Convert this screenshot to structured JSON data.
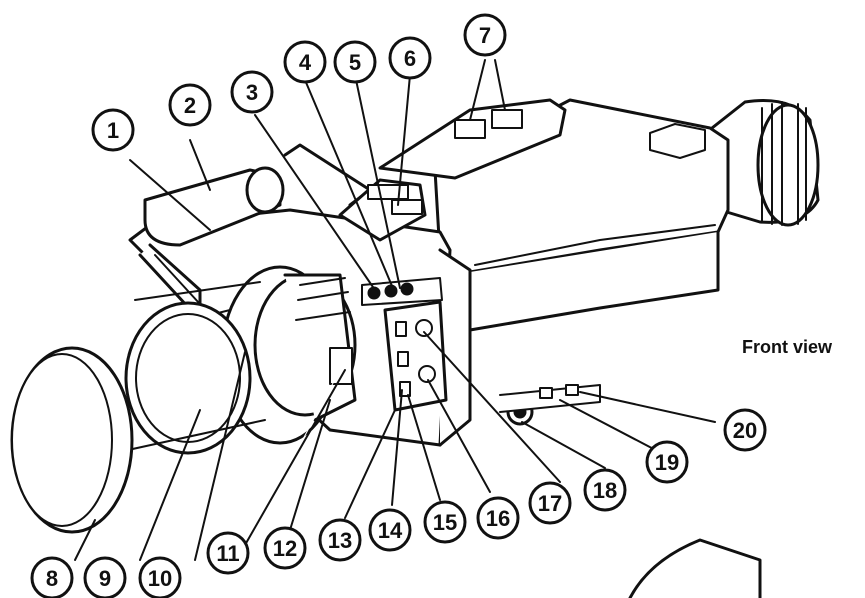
{
  "view_label": "Front view",
  "callouts": [
    "1",
    "2",
    "3",
    "4",
    "5",
    "6",
    "7",
    "8",
    "9",
    "10",
    "11",
    "12",
    "13",
    "14",
    "15",
    "16",
    "17",
    "18",
    "19",
    "20"
  ],
  "colors": {
    "ink": "#111111",
    "paper": "#ffffff"
  }
}
